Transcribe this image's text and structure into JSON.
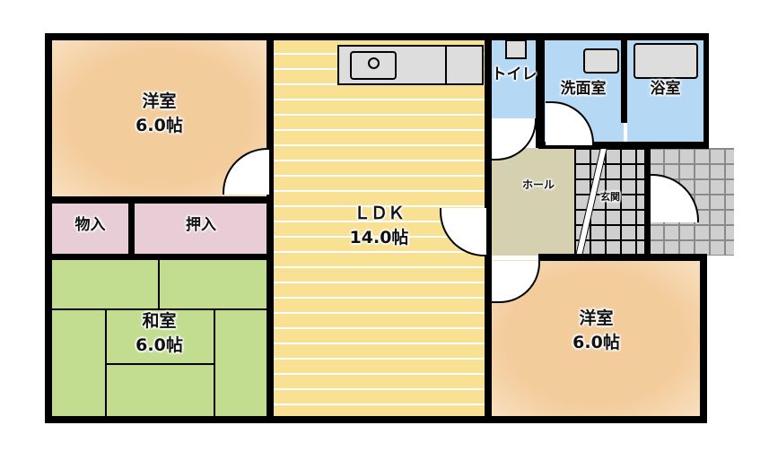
{
  "floorplan": {
    "rooms": [
      {
        "id": "western-room-nw",
        "name": "洋室",
        "size": "6.0帖",
        "color": "#f5cf9f"
      },
      {
        "id": "storage-small",
        "name": "物入",
        "color": "#e8ccd6"
      },
      {
        "id": "closet",
        "name": "押入",
        "color": "#e8ccd6"
      },
      {
        "id": "japanese-room",
        "name": "和室",
        "size": "6.0帖",
        "color": "#c2dc90"
      },
      {
        "id": "ldk",
        "name": "ＬＤＫ",
        "size": "14.0帖",
        "color": "#f8e192"
      },
      {
        "id": "toilet",
        "name": "トイレ",
        "color": "#b5d8f5"
      },
      {
        "id": "washroom",
        "name": "洗面室",
        "color": "#b5d8f5"
      },
      {
        "id": "bathroom",
        "name": "浴室",
        "color": "#b5d8f5"
      },
      {
        "id": "hall",
        "name": "ホール",
        "color": "#d4d0b0"
      },
      {
        "id": "entrance",
        "name": "玄関",
        "color": "#cfcfcf"
      },
      {
        "id": "western-room-se",
        "name": "洋室",
        "size": "6.0帖",
        "color": "#f5cf9f"
      }
    ]
  }
}
